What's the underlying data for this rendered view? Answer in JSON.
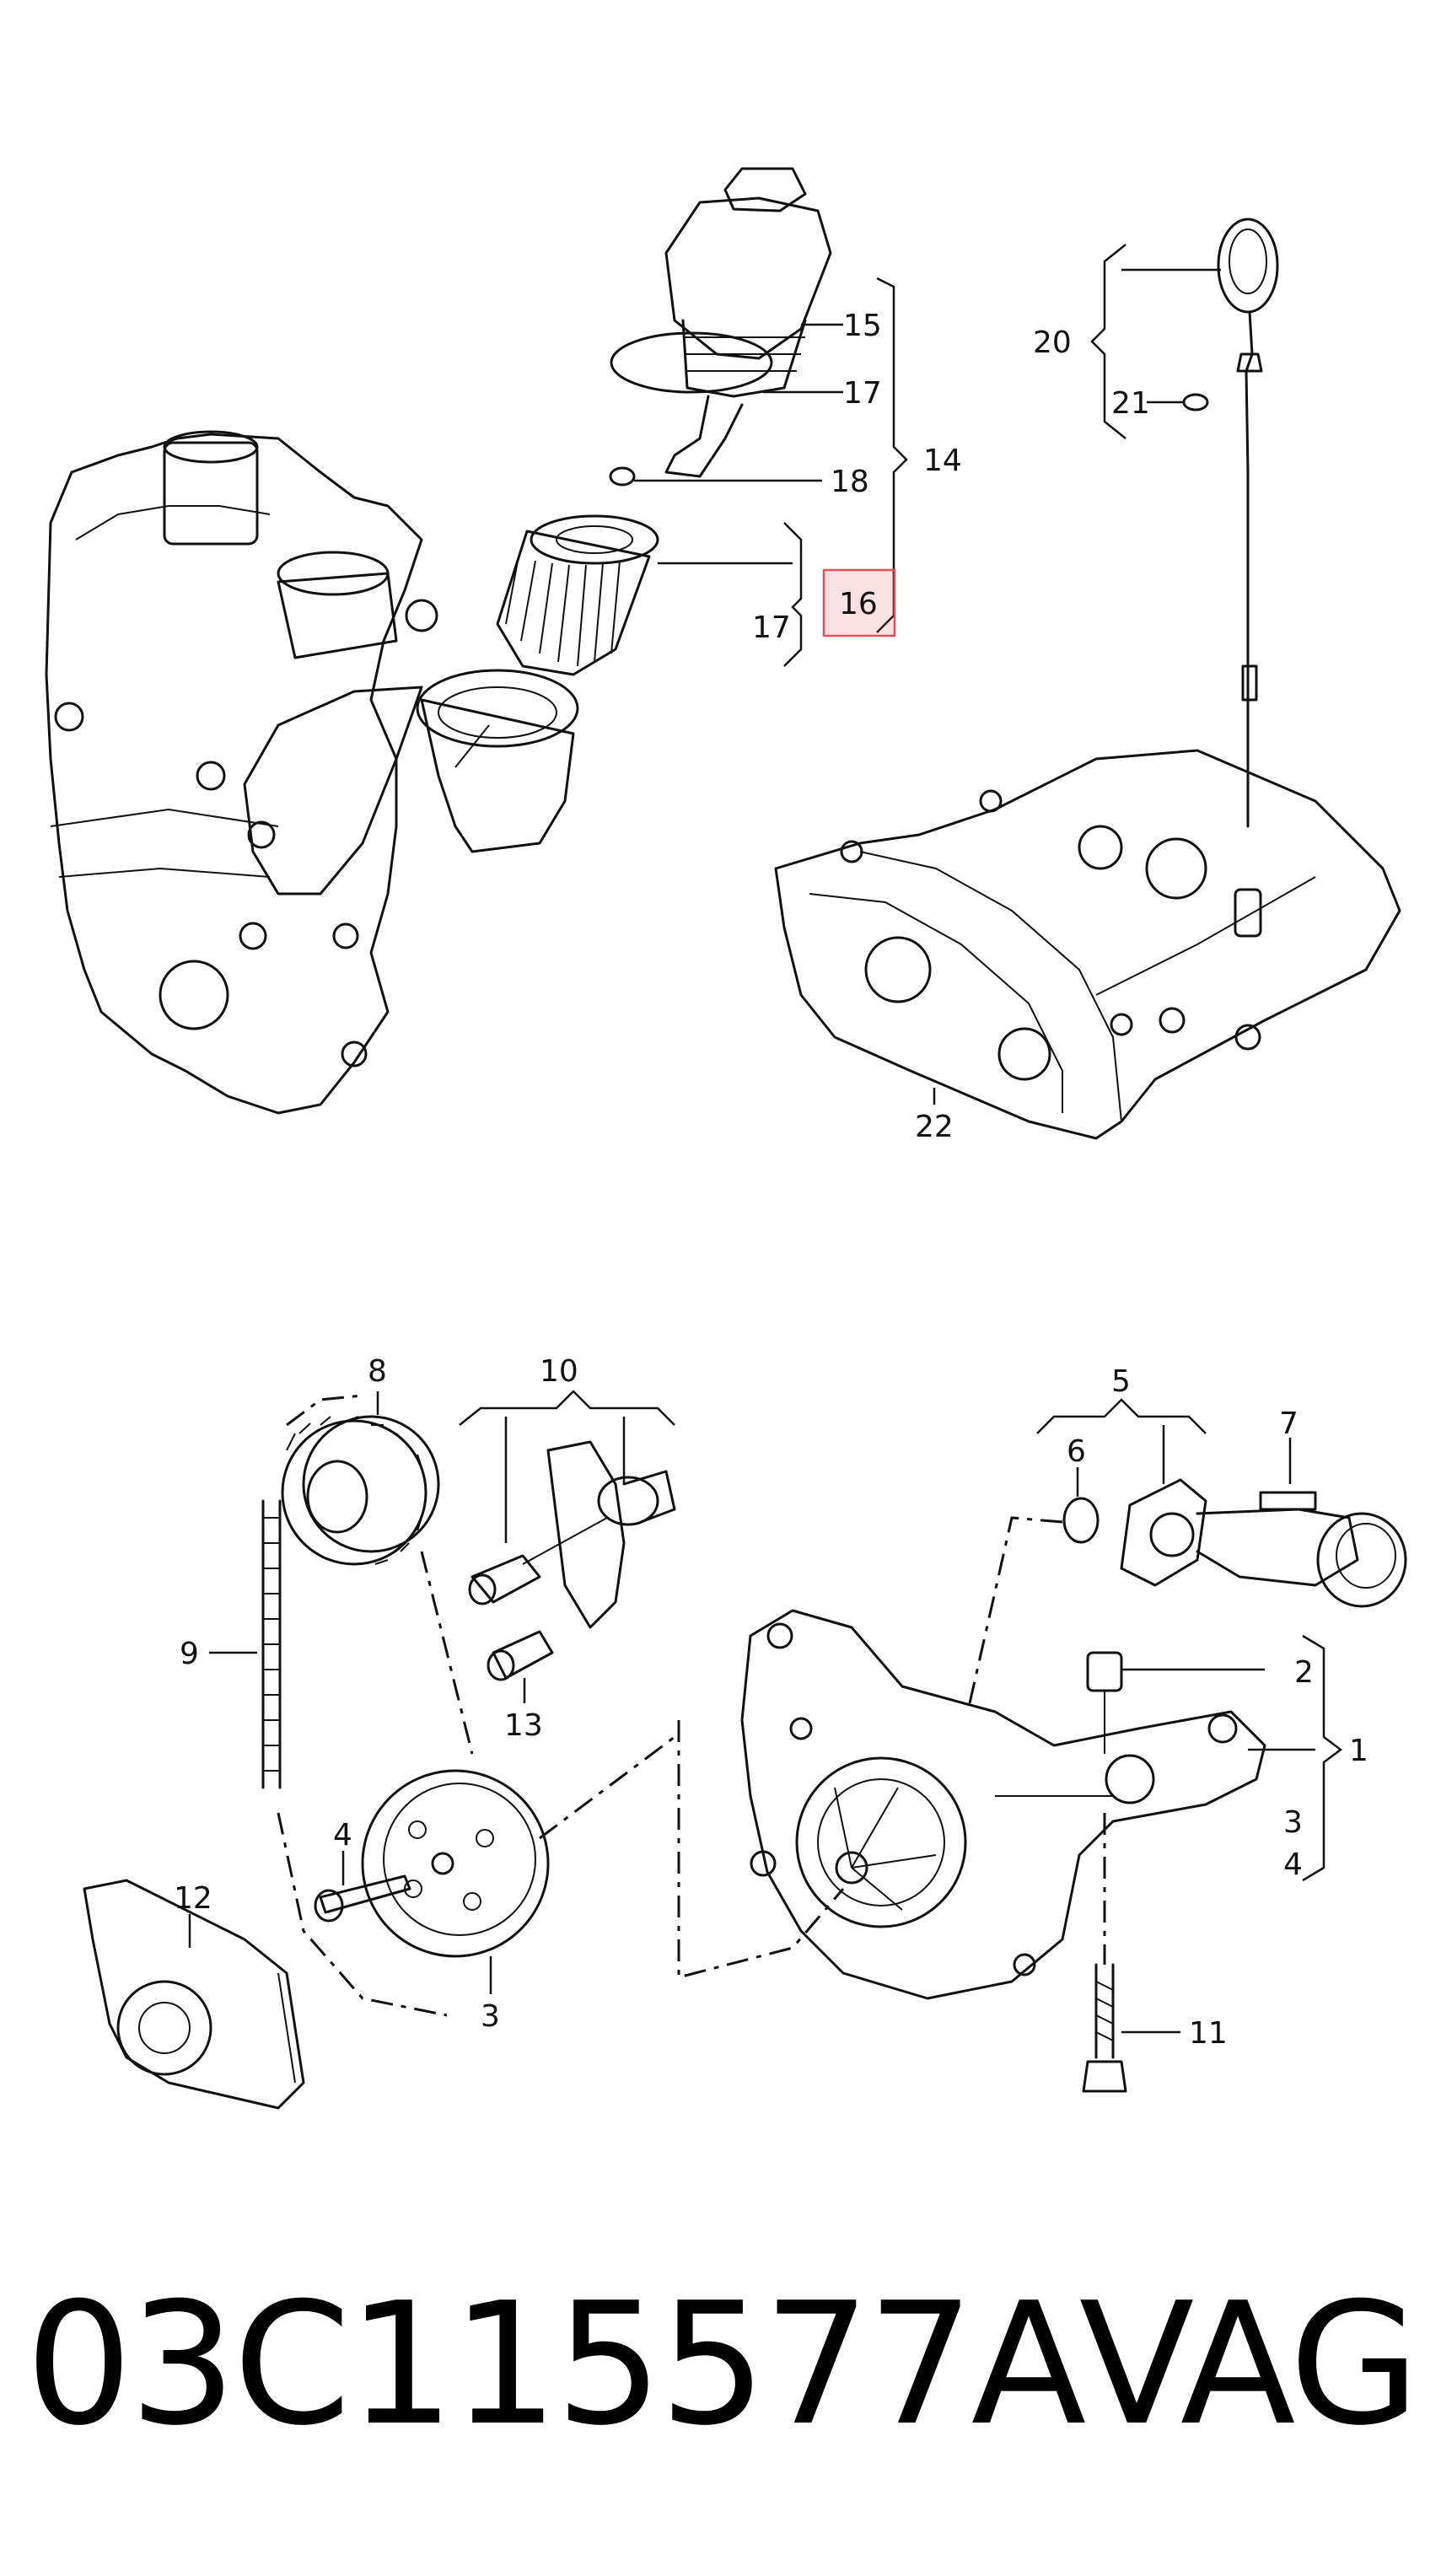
{
  "callouts": [
    {
      "id": "c15",
      "text": "15"
    },
    {
      "id": "c17a",
      "text": "17"
    },
    {
      "id": "c18",
      "text": "18"
    },
    {
      "id": "c14",
      "text": "14"
    },
    {
      "id": "c16",
      "text": "16"
    },
    {
      "id": "c17b",
      "text": "17"
    },
    {
      "id": "c20",
      "text": "20"
    },
    {
      "id": "c21",
      "text": "21"
    },
    {
      "id": "c22",
      "text": "22"
    },
    {
      "id": "c8",
      "text": "8"
    },
    {
      "id": "c10",
      "text": "10"
    },
    {
      "id": "c5",
      "text": "5"
    },
    {
      "id": "c6",
      "text": "6"
    },
    {
      "id": "c7",
      "text": "7"
    },
    {
      "id": "c9",
      "text": "9"
    },
    {
      "id": "c13",
      "text": "13"
    },
    {
      "id": "c2",
      "text": "2"
    },
    {
      "id": "c1",
      "text": "1"
    },
    {
      "id": "c3a",
      "text": "3"
    },
    {
      "id": "c4a",
      "text": "4"
    },
    {
      "id": "c4b",
      "text": "4"
    },
    {
      "id": "c12",
      "text": "12"
    },
    {
      "id": "c3b",
      "text": "3"
    },
    {
      "id": "c11",
      "text": "11"
    }
  ],
  "highlighted_callout": "16",
  "highlight_color": "#e0505a",
  "footer": {
    "part_number": "03C115577A",
    "brand": "VAG"
  }
}
